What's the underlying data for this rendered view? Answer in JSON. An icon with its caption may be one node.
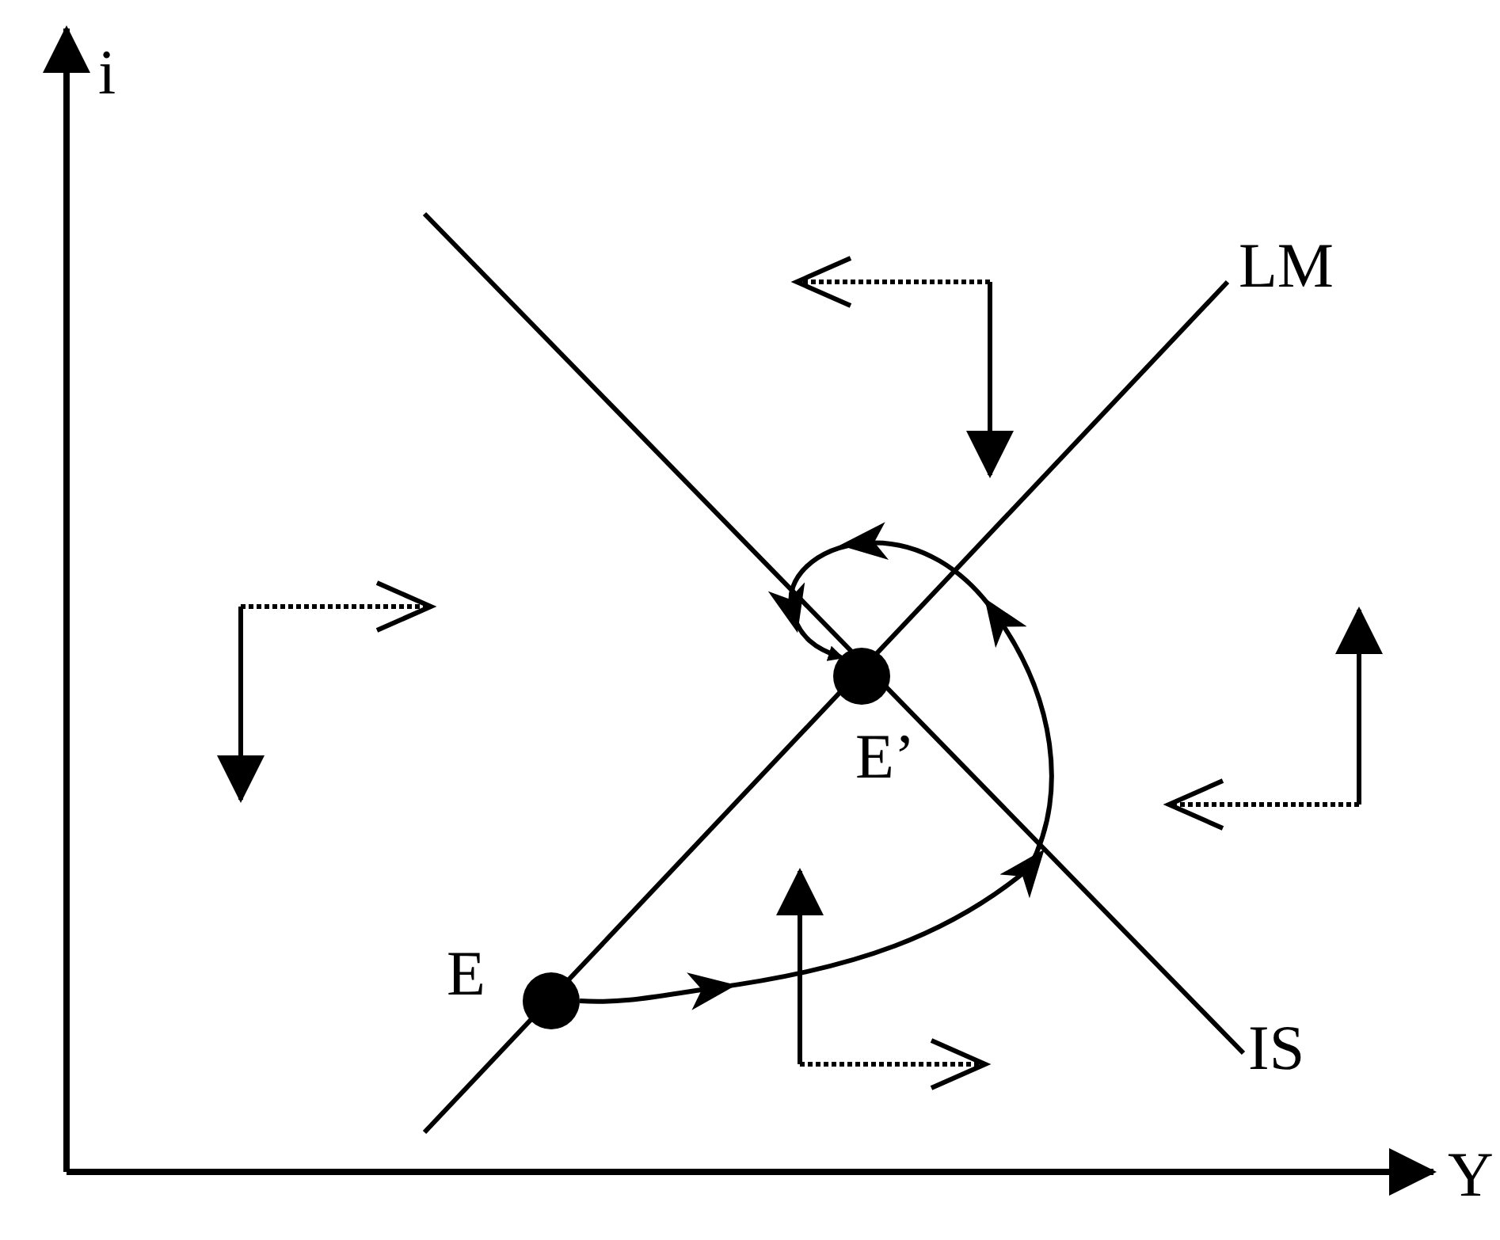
{
  "diagram": {
    "nodes": [
      {
        "text": [],
        "shape": "circle",
        "beside": [
          "E"
        ]
      },
      {
        "text": [],
        "shape": "circle",
        "beside": [
          "E’"
        ]
      }
    ],
    "edges": [
      {
        "from": 0,
        "to": 1,
        "arrow": "to"
      }
    ],
    "labels": [
      "i",
      "LM",
      "IS",
      "Y"
    ]
  }
}
